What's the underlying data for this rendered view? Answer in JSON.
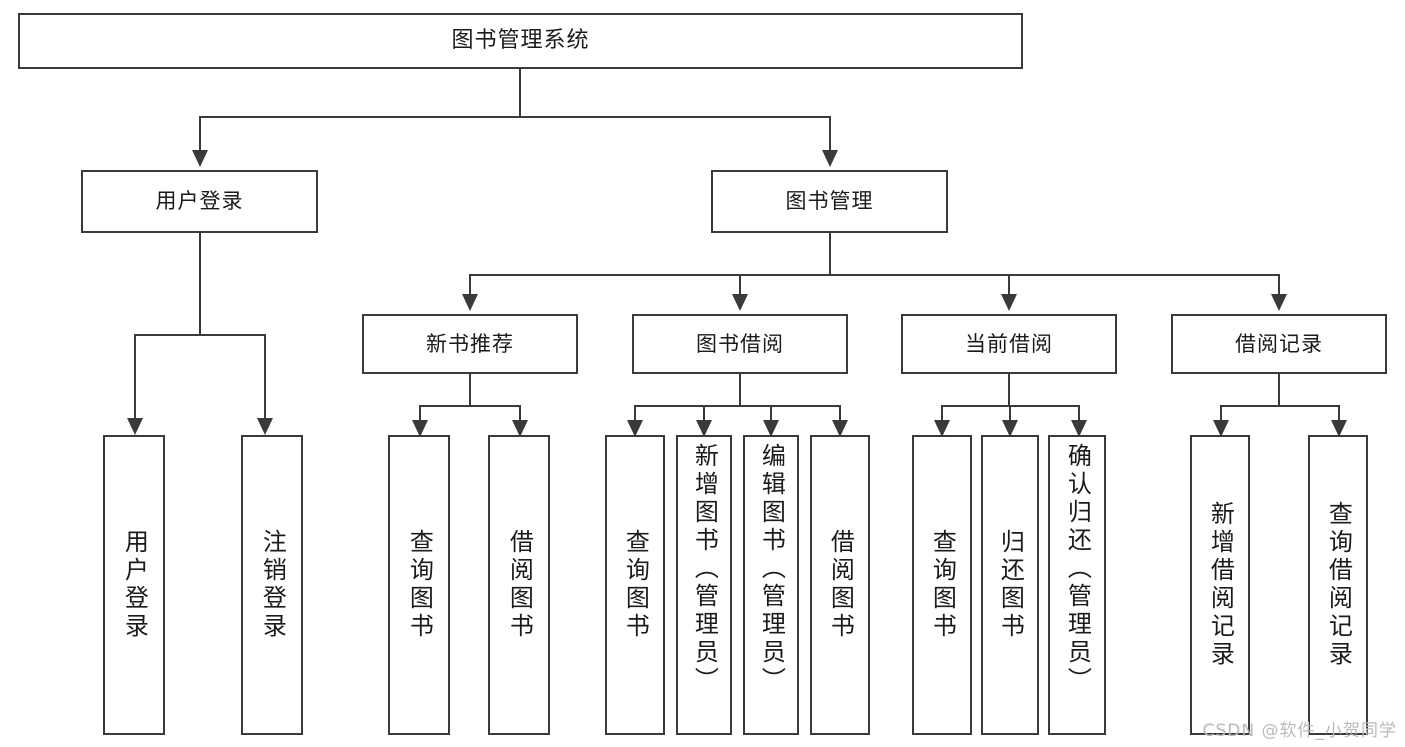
{
  "diagram": {
    "type": "tree-hierarchy-chart",
    "title": "图书管理系统",
    "levels": 4,
    "root": {
      "label": "图书管理系统"
    },
    "level2": [
      {
        "label": "用户登录"
      },
      {
        "label": "图书管理"
      }
    ],
    "level3": [
      {
        "label": "新书推荐"
      },
      {
        "label": "图书借阅"
      },
      {
        "label": "当前借阅"
      },
      {
        "label": "借阅记录"
      }
    ],
    "leaves": {
      "user_login": [
        {
          "label": "用户登录"
        },
        {
          "label": "注销登录"
        }
      ],
      "new_book_recommend": [
        {
          "label": "查询图书"
        },
        {
          "label": "借阅图书"
        }
      ],
      "book_borrow": [
        {
          "label": "查询图书"
        },
        {
          "label": "新增图书（管理员）"
        },
        {
          "label": "编辑图书（管理员）"
        },
        {
          "label": "借阅图书"
        }
      ],
      "current_borrow": [
        {
          "label": "查询图书"
        },
        {
          "label": "归还图书"
        },
        {
          "label": "确认归还（管理员）"
        }
      ],
      "borrow_record": [
        {
          "label": "新增借阅记录"
        },
        {
          "label": "查询借阅记录"
        }
      ]
    }
  },
  "watermark": {
    "text": "CSDN @软件_小贺同学"
  },
  "colors": {
    "stroke": "#3a3a3a",
    "text": "#1b1b1b",
    "background": "#ffffff",
    "watermark": "#b9b9b9"
  }
}
